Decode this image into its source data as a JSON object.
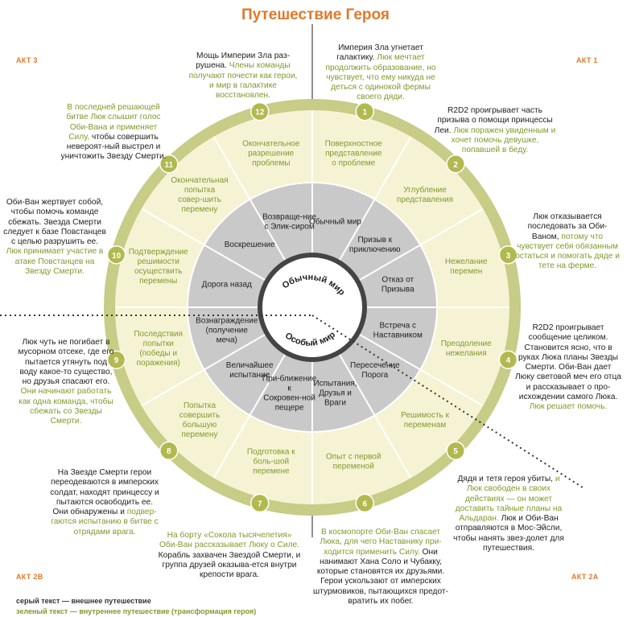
{
  "title": "Путешествие Героя",
  "acts": {
    "act3": "АКТ 3",
    "act1": "АКТ 1",
    "act2b": "АКТ 2В",
    "act2a": "АКТ 2А"
  },
  "center": {
    "top": "Обычный мир",
    "bottom": "Особый мир"
  },
  "inner_ring": [
    "Обычный мир",
    "Призыв к приключению",
    "Отказ от Призыва",
    "Встреча с Наставником",
    "Пересечение Порога",
    "Испытания, Друзья и Враги",
    "При-ближение к Сокровен-ной пещере",
    "Величайшее испытание",
    "Вознаграждение (получение меча)",
    "Дорога назад",
    "Воскрешение",
    "Возвраще-ние с Элик-сиром"
  ],
  "outer_ring": [
    "Поверхностное представление о проблеме",
    "Углубление представления",
    "Нежелание перемен",
    "Преодоление нежелания",
    "Решимость к переменам",
    "Опыт с первой переменой",
    "Подготовка к боль-шой перемене",
    "Попытка совершить большую перемену",
    "Последствия попытки (победы и поражения)",
    "Подтверждение решимости осуществить перемены",
    "Окончательная попытка совер-шить перемену",
    "Окончательное разрешение проблемы"
  ],
  "numbers": [
    "1",
    "2",
    "3",
    "4",
    "5",
    "6",
    "7",
    "8",
    "9",
    "10",
    "11",
    "12"
  ],
  "notes": [
    {
      "gray": "Империя Зла угнетает галактику. ",
      "green": "Люк мечтает продолжить образование, но чувствует, что ему никуда не деться с одинокой фермы своего дяди.",
      "gray2": ""
    },
    {
      "gray": "R2D2 проигрывает часть призыва о помощи принцессы Леи. ",
      "green": "Люк поражен увиденным и хочет помочь девушке, попавшей в беду.",
      "gray2": ""
    },
    {
      "gray": "Люк отказывается последовать за Оби-Ваном, ",
      "green": "потому что чувствует себя обязанным остаться и помогать дяде и тете на ферме.",
      "gray2": ""
    },
    {
      "gray": "R2D2 проигрывает сообщение целиком. Становится ясно, что в руках Люка планы Звезды Смерти. Оби-Ван дает Люку световой меч его отца и рассказывает о про-исхождении самого Люка. ",
      "green": "Люк решает помочь.",
      "gray2": ""
    },
    {
      "gray": "Дядя и тетя героя убиты, ",
      "green": "и Люк свободен в своих действиях — он может доставить тайные планы на Альдаран.",
      "gray2": " Люк и Оби-Ван отправляются в Мос-Эйсли, чтобы нанять звез-долет для путешествия."
    },
    {
      "gray": "",
      "green": "В космопорте Оби-Ван спасает Люка, для чего Наставнику при-ходится применить Силу.",
      "gray2": " Они нанимают Хана Соло и Чубакку, которые становятся их друзьями. Герои ускользают от имперских штурмовиков, пытающихся предот-вратить их побег."
    },
    {
      "gray": "",
      "green": "На борту «Сокола тысячелетия» Оби-Ван рассказывает Люку о Силе.",
      "gray2": " Корабль захвачен Звездой Смерти, и группа друзей оказыва-ется внутри крепости врага."
    },
    {
      "gray": "На Звезде Смерти герои переодеваются в имперских солдат, находят принцессу и пытаются освободить ее. Они обнаружены и ",
      "green": "подвер-гаются испытанию в битве с отрядами врага.",
      "gray2": ""
    },
    {
      "gray": "Люк чуть не погибает в мусорном отсеке, где его пытается утянуть под воду какое-то существо, но друзья спасают его. ",
      "green": "Они начинают работать как одна команда, чтобы сбежать со Звезды Смерти.",
      "gray2": ""
    },
    {
      "gray": "Оби-Ван жертвует собой, чтобы помочь команде сбежать. Звезда Смерти следует к базе Повстанцев с целью разрушить ее. ",
      "green": "Люк принимает участие в атаке Повстанцев на Звезду Смерти.",
      "gray2": ""
    },
    {
      "gray": "",
      "green": "В последней решающей битве Люк слышит голос Оби-Вана и применяет Силу,",
      "gray2": " чтобы совершить невероят-ный выстрел и уничтожить Звезду Смерти."
    },
    {
      "gray": "Мощь Империи Зла раз-рушена. ",
      "green": "Члены команды получают почести как герои, и мир в галактике восстановлен.",
      "gray2": ""
    }
  ],
  "legend": {
    "gray": "серый текст — внешнее путешествие",
    "green": "зеленый текст — внутреннее путешествие (трансформация героя)"
  },
  "colors": {
    "title": "#e0792a",
    "ring_outer": "#c7cc86",
    "ring_outer_fill": "#f6f3d4",
    "ring_inner": "#c9c9c9",
    "center": "#ffffff",
    "green_text": "#7f9a2c",
    "marker": "#b2b94f"
  }
}
